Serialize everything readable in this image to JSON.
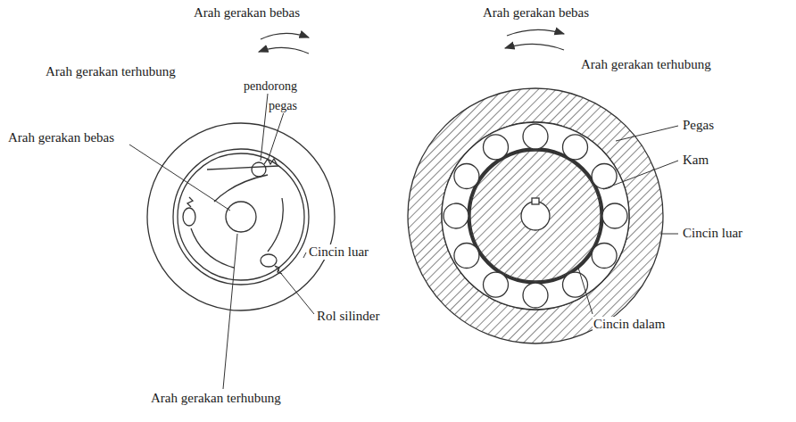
{
  "diagram": {
    "labels": [
      "Arah gerakan bebas",
      "Arah gerakan terhubung",
      "pendorong",
      "pegas",
      "Arah gerakan bebas",
      "Cincin luar",
      "Rol silinder",
      "Arah gerakan terhubung",
      "Arah gerakan bebas",
      "Arah gerakan terhubung",
      "Pegas",
      "Kam",
      "Cincin luar",
      "Cincin dalam"
    ]
  }
}
